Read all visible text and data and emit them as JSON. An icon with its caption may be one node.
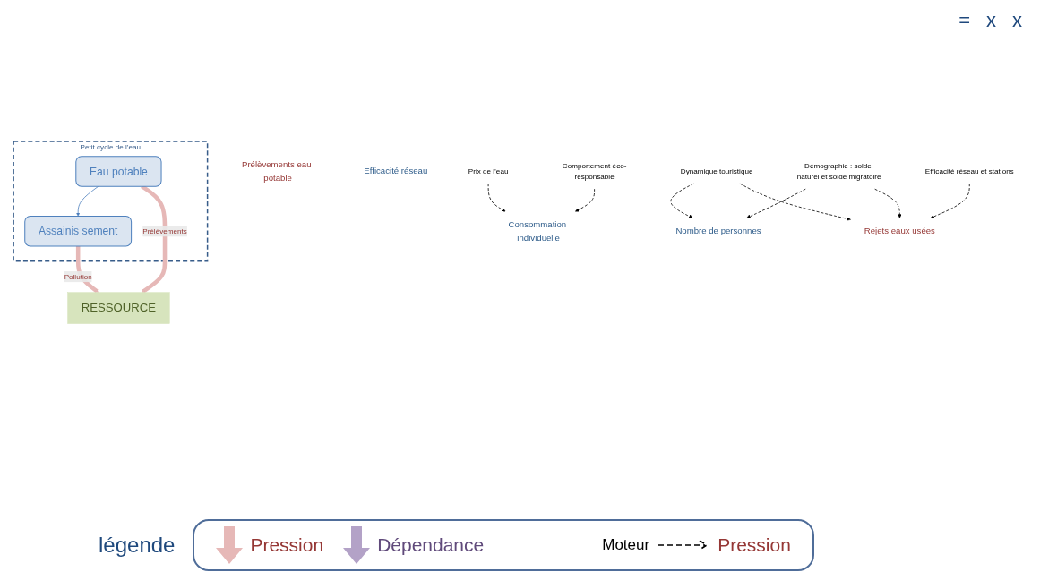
{
  "diagram": {
    "nodes": [
      {
        "text": [
          "Petit cycle de l’eau"
        ]
      },
      {
        "text": [
          "Eau potable"
        ],
        "in": 0
      },
      {
        "text": [
          "Assainis sement"
        ],
        "in": 0
      },
      {
        "text": [
          "RESSOURCE"
        ]
      },
      {
        "text": [
          "Prélèvements eau potable"
        ]
      },
      {
        "text": [
          "Nombre de personnes"
        ]
      },
      {
        "text": [
          "Consommation individuelle"
        ]
      },
      {
        "text": [
          "Efficacité réseau"
        ]
      },
      {
        "text": [
          "Prix de l’eau"
        ]
      },
      {
        "text": [
          "Comportement éco-responsable"
        ]
      },
      {
        "text": [
          "Dynamique touristique"
        ]
      },
      {
        "text": [
          "Démographie : solde naturel et solde migratoire"
        ]
      },
      {
        "text": [
          "Rejets eaux usées"
        ]
      },
      {
        "text": [
          "Efficacité réseau et stations"
        ]
      }
    ],
    "edges": [
      {
        "from": 1,
        "to": 2,
        "arrow": "to",
        "color": "#4f81bd"
      },
      {
        "from": 1,
        "to": 3,
        "arrow": "to",
        "label": "Prélèvements",
        "style": "thick",
        "color": "#e6b8b7"
      },
      {
        "from": 2,
        "to": 3,
        "arrow": "to",
        "label": "Pollution",
        "style": "thick",
        "color": "#e6b8b7"
      },
      {
        "from": 8,
        "to": 6,
        "arrow": "to",
        "style": "dashed"
      },
      {
        "from": 9,
        "to": 6,
        "arrow": "to",
        "style": "dashed"
      },
      {
        "from": 10,
        "to": 5,
        "arrow": "to",
        "style": "dashed"
      },
      {
        "from": 11,
        "to": 5,
        "arrow": "to",
        "style": "dashed"
      },
      {
        "from": 10,
        "to": 12,
        "arrow": "to",
        "style": "dashed"
      },
      {
        "from": 11,
        "to": 12,
        "arrow": "to",
        "style": "dashed"
      },
      {
        "from": 13,
        "to": 12,
        "arrow": "to",
        "style": "dashed"
      }
    ],
    "labels": [
      "=",
      "x",
      "x",
      "légende"
    ],
    "legend": [
      {
        "text": "Pression",
        "color": "#e6b8b7"
      },
      {
        "text": "Dépendance",
        "color": "#b3a2c7"
      },
      {
        "text": "Moteur"
      },
      {
        "text": "Pression"
      }
    ]
  }
}
